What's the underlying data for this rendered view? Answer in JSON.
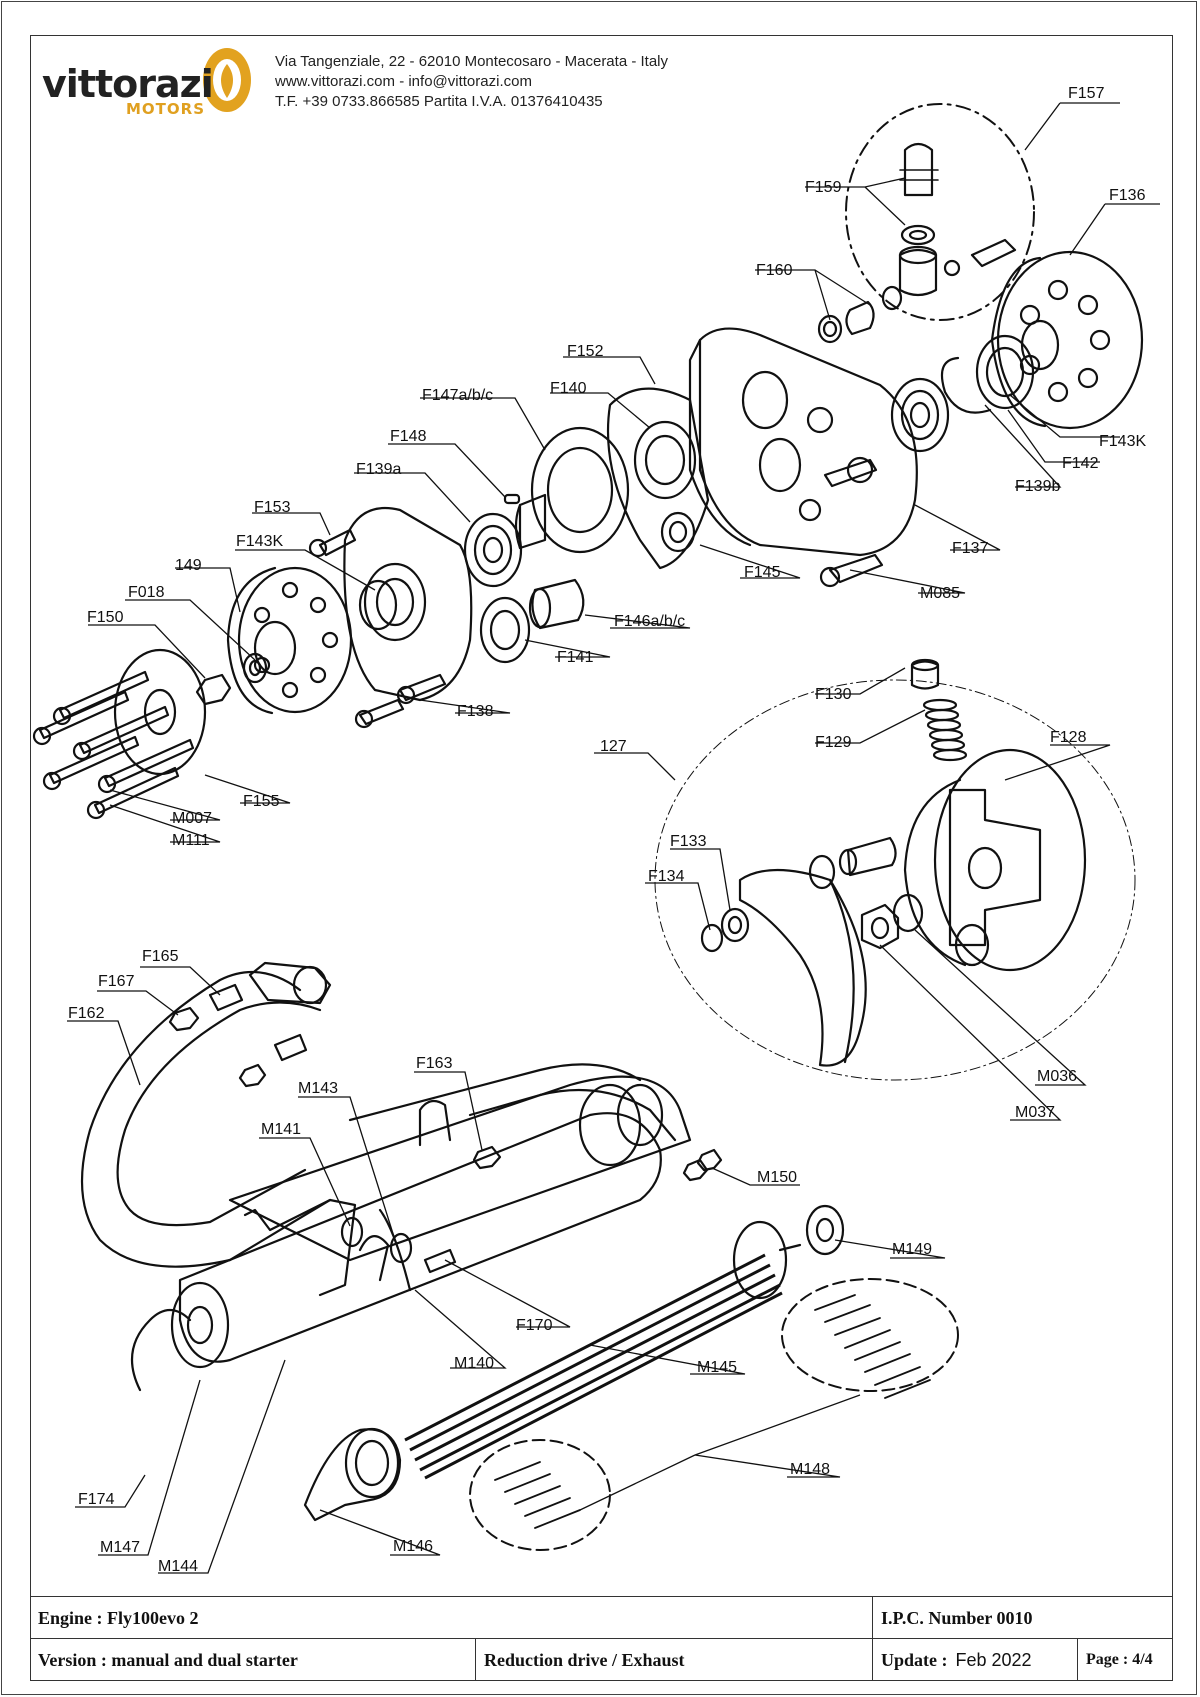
{
  "company": {
    "logo_word": "vittorazi",
    "logo_sub": "MOTORS",
    "address": "Via Tangenziale, 22 - 62010 Montecosaro - Macerata - Italy",
    "web": "www.vittorazi.com - info@vittorazi.com",
    "phone": "T.F. +39 0733.866585 Partita I.V.A. 01376410435"
  },
  "callouts": {
    "F157": "F157",
    "F159": "F159",
    "F136": "F136",
    "F160": "F160",
    "F152": "F152",
    "F147abc": "F147a/b/c",
    "F140": "F140",
    "F148": "F148",
    "F139a": "F139a",
    "F153": "F153",
    "F143K_left": "F143K",
    "F143K_right": "F143K",
    "F142": "F142",
    "F139b": "F139b",
    "F137": "F137",
    "F145": "F145",
    "M085": "M085",
    "149": "149",
    "F018": "F018",
    "F150": "F150",
    "F146abc": "F146a/b/c",
    "F141": "F141",
    "F138": "F138",
    "F155": "F155",
    "M007": "M007",
    "M111": "M111",
    "F130": "F130",
    "F129": "F129",
    "127": "127",
    "F128": "F128",
    "F133": "F133",
    "F134": "F134",
    "M036": "M036",
    "M037": "M037",
    "F165": "F165",
    "F167": "F167",
    "F162": "F162",
    "F163": "F163",
    "M143": "M143",
    "M141": "M141",
    "M150": "M150",
    "M149": "M149",
    "F170": "F170",
    "M140": "M140",
    "M145": "M145",
    "M148": "M148",
    "F174": "F174",
    "M146": "M146",
    "M147": "M147",
    "M144": "M144"
  },
  "titleblock": {
    "engine": "Engine : Fly100evo 2",
    "ipc": "I.P.C. Number 0010",
    "version": "Version : manual and dual starter",
    "section": "Reduction drive / Exhaust",
    "update_label": "Update :",
    "update_value": "Feb 2022",
    "page": "Page : 4/4"
  }
}
